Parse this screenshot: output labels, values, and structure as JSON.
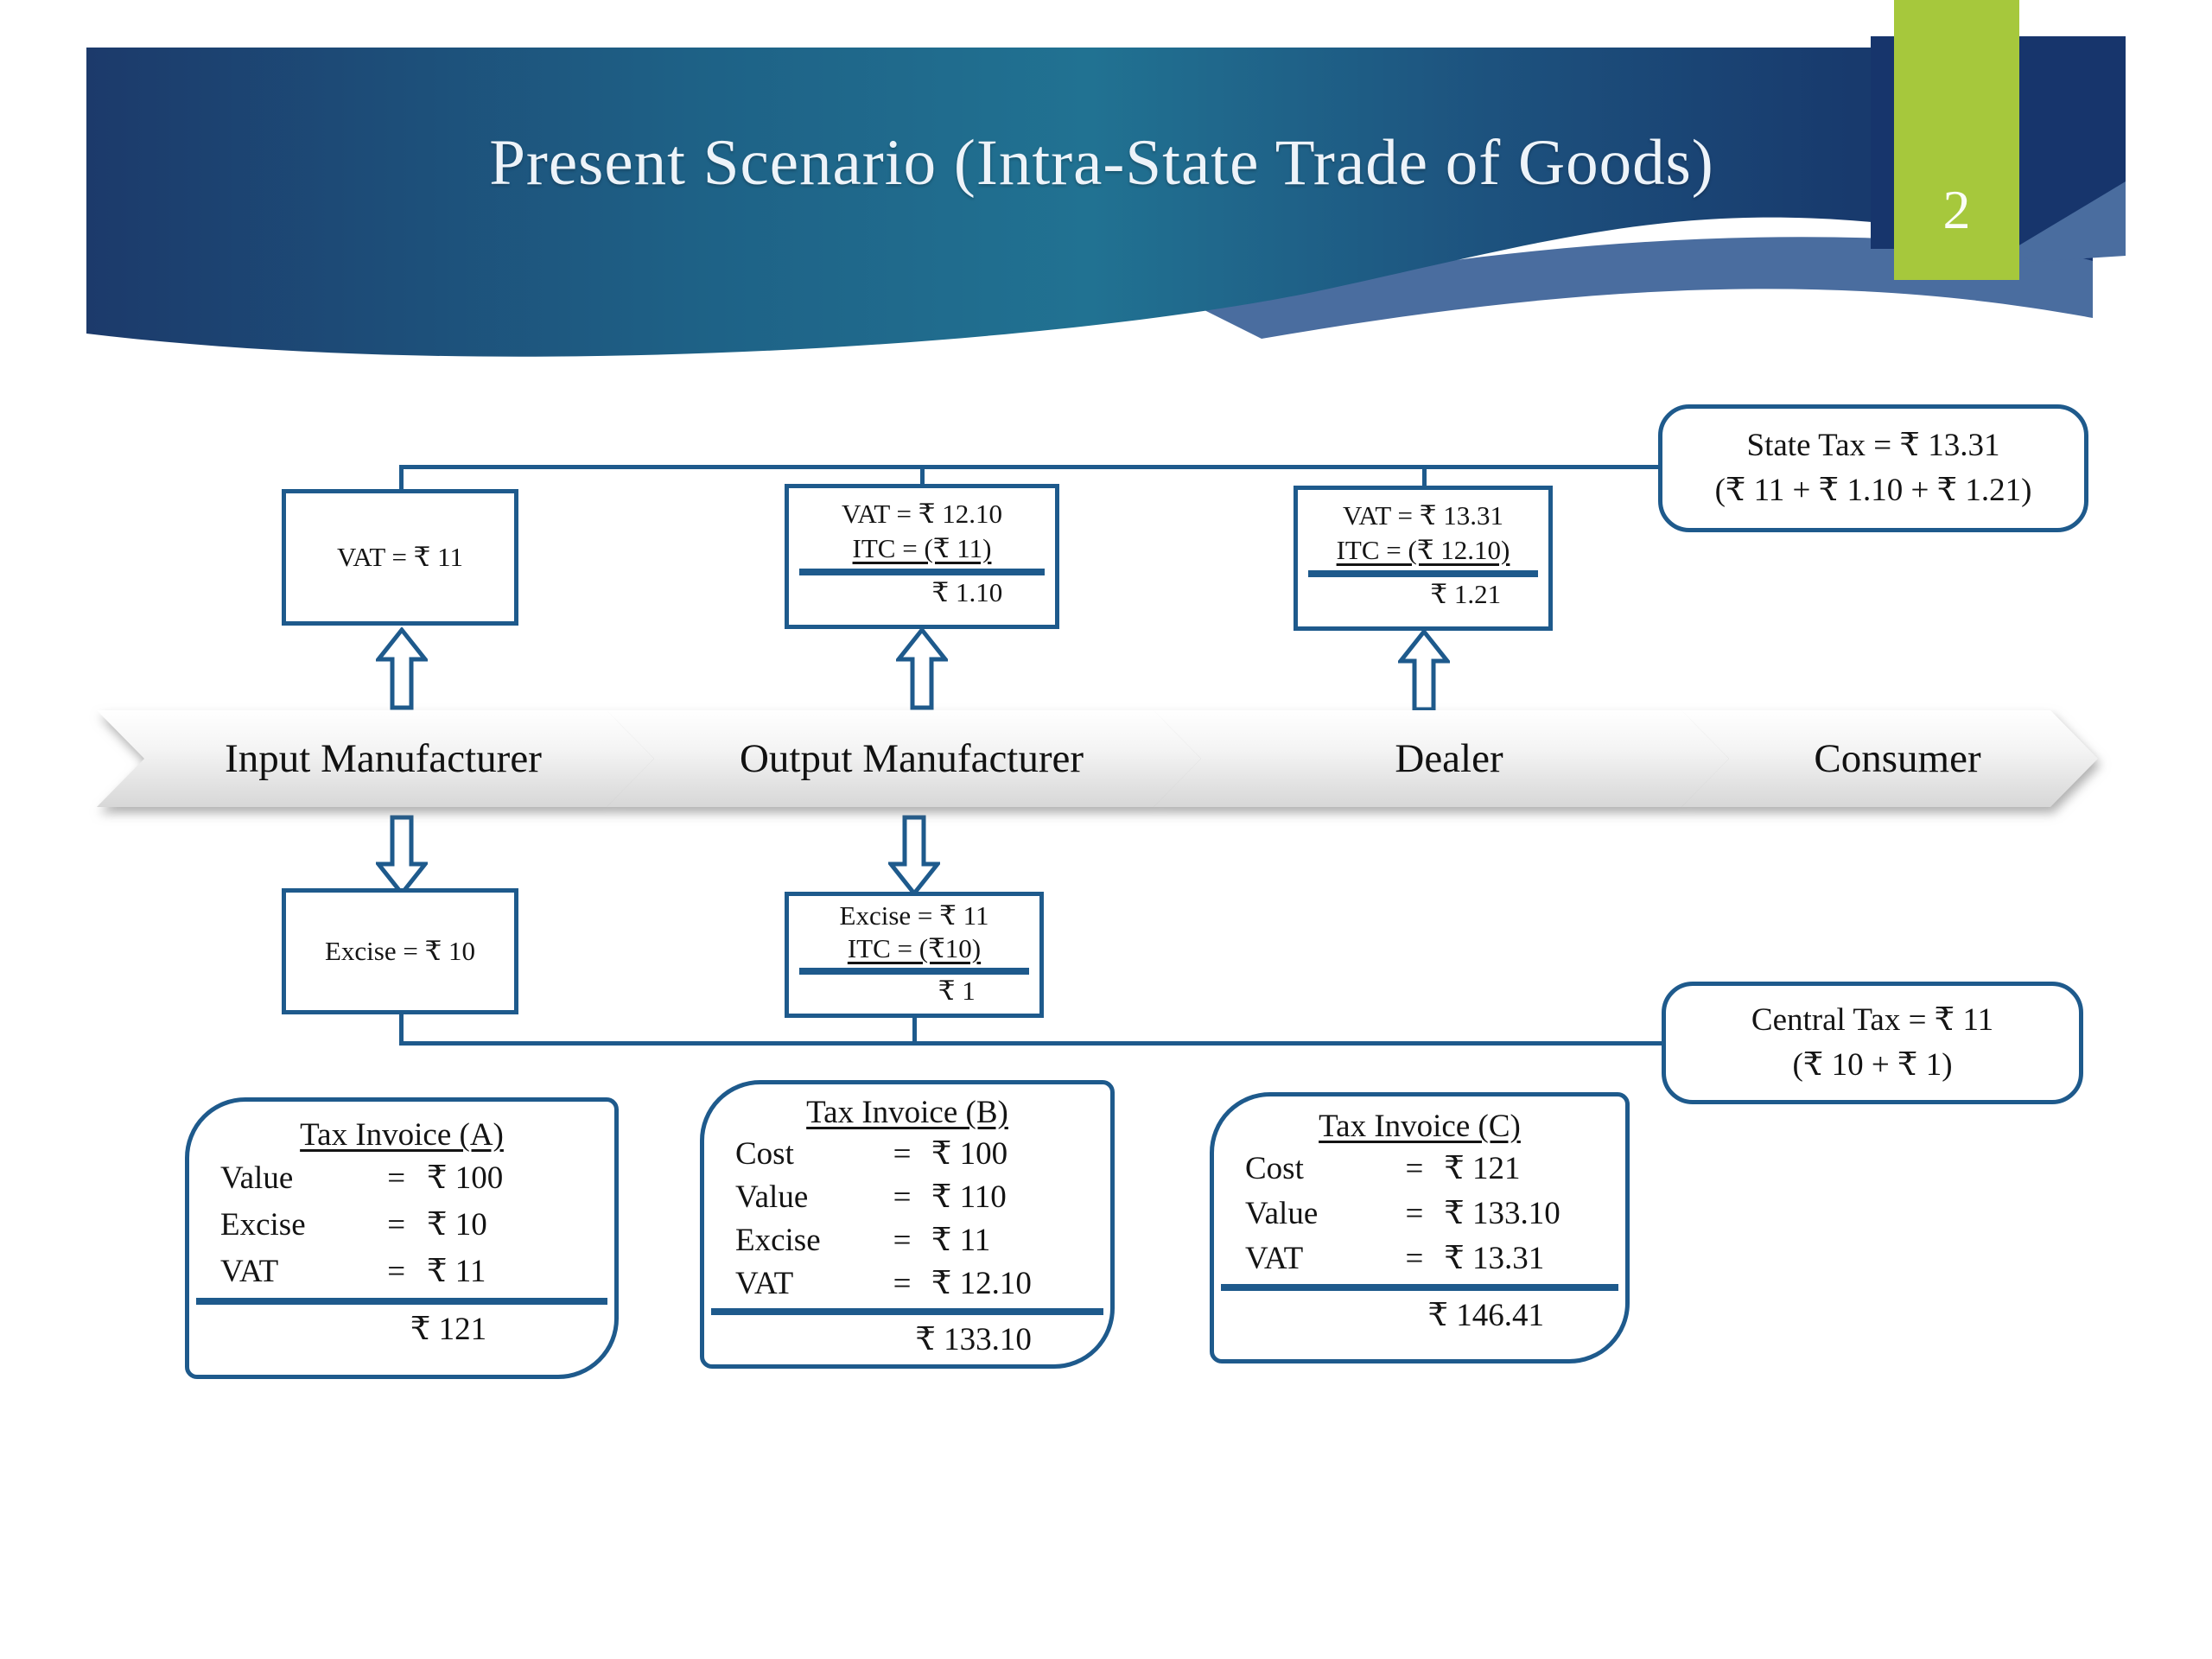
{
  "header": {
    "title": "Present Scenario (Intra-State Trade of Goods)",
    "page_number": "2"
  },
  "symbols": {
    "equals": "="
  },
  "colors": {
    "line_blue": "#1e5a8c",
    "accent_green": "#a6c83c",
    "banner_navy": "#1c3a6b",
    "banner_teal": "#217292",
    "band_gray": "#d7d7d7"
  },
  "chain": {
    "stages": [
      {
        "label": "Input Manufacturer"
      },
      {
        "label": "Output Manufacturer"
      },
      {
        "label": "Dealer"
      },
      {
        "label": "Consumer"
      }
    ]
  },
  "vat": {
    "box1": {
      "line1": "VAT = ₹ 11"
    },
    "box2": {
      "line1": "VAT = ₹ 12.10",
      "line2": "ITC = (₹ 11)",
      "result": "₹ 1.10"
    },
    "box3": {
      "line1": "VAT = ₹ 13.31",
      "line2": "ITC = (₹ 12.10)",
      "result": "₹ 1.21"
    }
  },
  "excise": {
    "box1": {
      "line1": "Excise = ₹ 10"
    },
    "box2": {
      "line1": "Excise = ₹ 11",
      "line2": "ITC = (₹10)",
      "result": "₹ 1"
    }
  },
  "callouts": {
    "state": {
      "line1": "State Tax = ₹ 13.31",
      "line2": "(₹ 11 + ₹ 1.10 + ₹ 1.21)"
    },
    "central": {
      "line1": "Central Tax = ₹ 11",
      "line2": "(₹ 10 + ₹ 1)"
    }
  },
  "invoices": {
    "a": {
      "title": "Tax Invoice (A)",
      "rows": [
        {
          "label": "Value",
          "value": "₹ 100"
        },
        {
          "label": "Excise",
          "value": "₹ 10"
        },
        {
          "label": "VAT",
          "value": "₹ 11"
        }
      ],
      "total": "₹ 121"
    },
    "b": {
      "title": "Tax Invoice (B)",
      "rows": [
        {
          "label": "Cost",
          "value": "₹ 100"
        },
        {
          "label": "Value",
          "value": "₹ 110"
        },
        {
          "label": "Excise",
          "value": "₹ 11"
        },
        {
          "label": "VAT",
          "value": "₹ 12.10"
        }
      ],
      "total": "₹ 133.10"
    },
    "c": {
      "title": "Tax Invoice (C)",
      "rows": [
        {
          "label": "Cost",
          "value": "₹ 121"
        },
        {
          "label": "Value",
          "value": "₹ 133.10"
        },
        {
          "label": "VAT",
          "value": "₹ 13.31"
        }
      ],
      "total": "₹ 146.41"
    }
  }
}
